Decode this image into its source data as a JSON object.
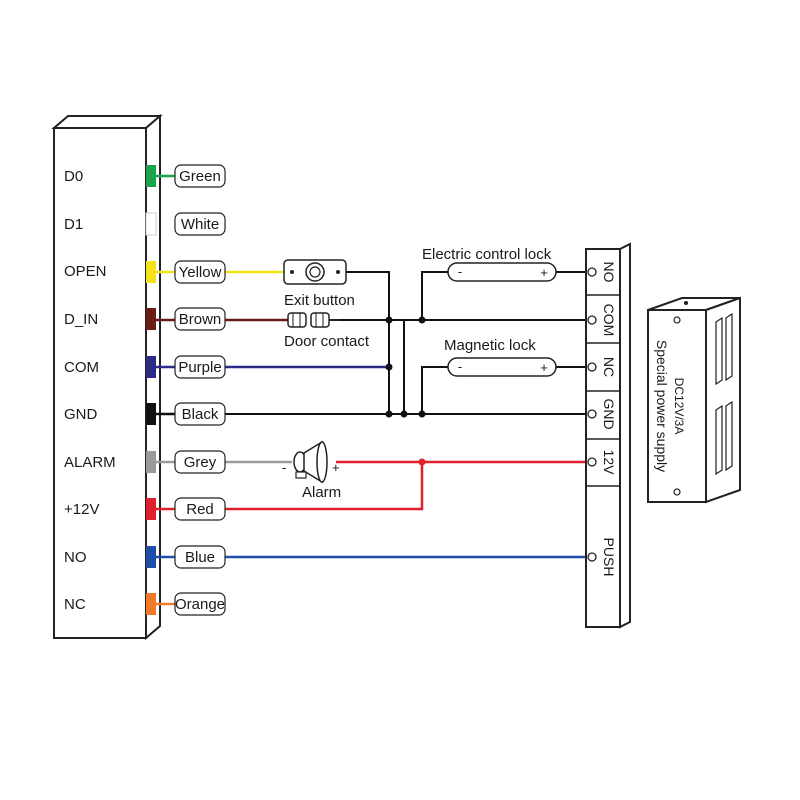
{
  "controller": {
    "pins": [
      "D0",
      "D1",
      "OPEN",
      "D_IN",
      "COM",
      "GND",
      "ALARM",
      "+12V",
      "NO",
      "NC"
    ]
  },
  "wires": [
    {
      "label": "Green",
      "color": "#1aa54a"
    },
    {
      "label": "White",
      "color": "#ffffff"
    },
    {
      "label": "Yellow",
      "color": "#f2e31a"
    },
    {
      "label": "Brown",
      "color": "#6b1d14"
    },
    {
      "label": "Purple",
      "color": "#2e2b86"
    },
    {
      "label": "Black",
      "color": "#111111"
    },
    {
      "label": "Grey",
      "color": "#9a9a9a"
    },
    {
      "label": "Red",
      "color": "#e0202c"
    },
    {
      "label": "Blue",
      "color": "#1e4fa8"
    },
    {
      "label": "Orange",
      "color": "#f07a2a"
    }
  ],
  "components": {
    "exit_button": "Exit button",
    "door_contact": "Door contact",
    "electric_lock": "Electric control lock",
    "magnetic_lock": "Magnetic lock",
    "alarm": "Alarm",
    "minus": "-",
    "plus": "+"
  },
  "terminal_block": {
    "terminals": [
      "NO",
      "COM",
      "NC",
      "GND",
      "12V",
      "PUSH"
    ]
  },
  "power_supply": {
    "name": "Special power supply",
    "rating": "DC12V/3A"
  }
}
